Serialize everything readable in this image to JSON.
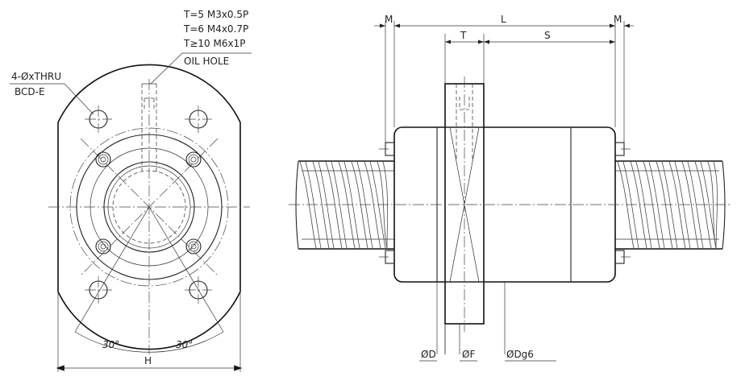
{
  "labels": {
    "tap_spec_1": "T=5 M3x0.5P",
    "tap_spec_2": "T=6 M4x0.7P",
    "tap_spec_3": "T≥10 M6x1P",
    "oil_hole": "OIL HOLE",
    "holes": "4-ØxTHRU",
    "bcd": "BCD-E",
    "angle_left": "30°",
    "angle_right": "30°",
    "width_h": "H",
    "dim_m_left": "M",
    "dim_l": "L",
    "dim_m_right": "M",
    "dim_t": "T",
    "dim_s": "S",
    "dia_d": "ØD",
    "dia_f": "ØF",
    "dia_dg6": "ØDg6"
  }
}
